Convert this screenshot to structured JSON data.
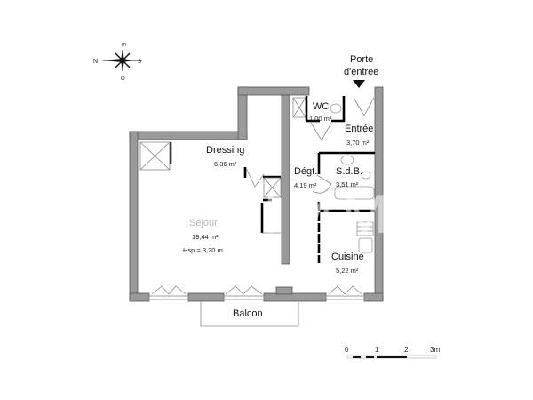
{
  "compass": {
    "north": "N",
    "east": "E",
    "south": "S",
    "west": "O"
  },
  "entrance": {
    "line1": "Porte",
    "line2": "d'entrée"
  },
  "rooms": {
    "wc": {
      "name": "WC",
      "area": "1,00 m²"
    },
    "entree": {
      "name": "Entrée",
      "area": "3,70 m²"
    },
    "dressing": {
      "name": "Dressing",
      "area": "6,36 m²"
    },
    "degt": {
      "name": "Dégt.",
      "area": "4,19 m²"
    },
    "sdb": {
      "name": "S.d.B.",
      "area": "3,51 m²"
    },
    "sejour": {
      "name": "Séjour",
      "area": "19,44 m²",
      "height": "Hsp = 3,20 m"
    },
    "cuisine": {
      "name": "Cuisine",
      "area": "5,22 m²"
    },
    "balcon": {
      "name": "Balcon"
    }
  },
  "scale_bar": {
    "ticks": [
      "0",
      "1",
      "2",
      "3m"
    ]
  },
  "watermark": "IMMA"
}
